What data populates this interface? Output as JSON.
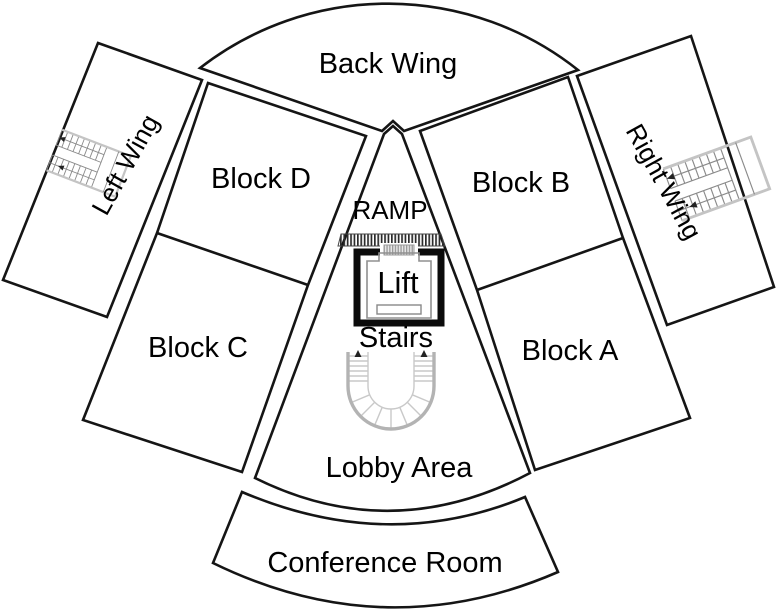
{
  "diagram": {
    "type": "building-floor-plan",
    "rooms": {
      "back_wing": {
        "label": "Back Wing"
      },
      "left_wing": {
        "label": "Left Wing",
        "highlighted": true
      },
      "right_wing": {
        "label": "Right Wing"
      },
      "block_d": {
        "label": "Block D"
      },
      "block_b": {
        "label": "Block B"
      },
      "block_c": {
        "label": "Block C"
      },
      "block_a": {
        "label": "Block A"
      },
      "ramp": {
        "label": "RAMP"
      },
      "lift": {
        "label": "Lift"
      },
      "stairs": {
        "label": "Stairs"
      },
      "lobby": {
        "label": "Lobby Area"
      },
      "conference": {
        "label": "Conference Room"
      }
    },
    "colors": {
      "wall_line": "#151515",
      "highlight_fill": "#a9e4e1",
      "room_fill": "#ffffff",
      "label_text": "#000000",
      "left_wing_label_text": "#1b4340",
      "stair_icon_gray": "#b3b3b3"
    }
  }
}
